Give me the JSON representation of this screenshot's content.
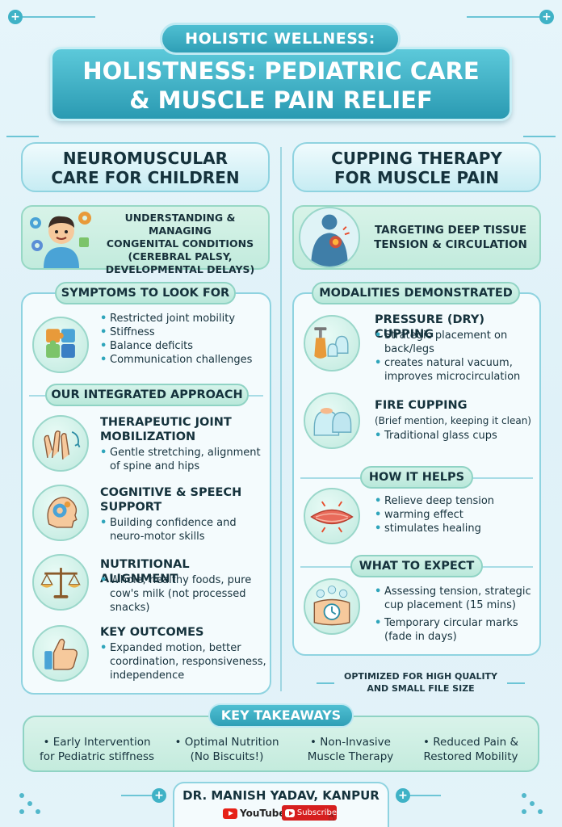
{
  "header": {
    "subtitle": "HOLISTIC WELLNESS:",
    "title_line1": "HOLISTNESS: PEDIATRIC CARE",
    "title_line2": "& MUSCLE PAIN RELIEF"
  },
  "left": {
    "title_line1": "NEUROMUSCULAR",
    "title_line2": "CARE FOR CHILDREN",
    "intro_lines": [
      "UNDERSTANDING & MANAGING",
      "CONGENITAL CONDITIONS",
      "(CEREBRAL PALSY,",
      "DEVELOPMENTAL DELAYS)"
    ],
    "symptoms_title": "SYMPTOMS TO LOOK FOR",
    "symptoms": [
      "Restricted joint mobility",
      "Stiffness",
      "Balance deficits",
      "Communication challenges"
    ],
    "approach_title": "OUR INTEGRATED APPROACH",
    "sections": [
      {
        "title_lines": [
          "THERAPEUTIC JOINT",
          "MOBILIZATION"
        ],
        "bullets": [
          "Gentle stretching, alignment of spine and hips"
        ],
        "icon": "hands-icon"
      },
      {
        "title_lines": [
          "COGNITIVE & SPEECH",
          "SUPPORT"
        ],
        "bullets": [
          "Building confidence and neuro-motor skills"
        ],
        "icon": "brain-gear-icon"
      },
      {
        "title_lines": [
          "NUTRITIONAL ALIGNMENT"
        ],
        "bullets": [
          "Whole, healthy foods, pure cow's milk (not processed snacks)"
        ],
        "icon": "scale-icon"
      },
      {
        "title_lines": [
          "KEY OUTCOMES"
        ],
        "bullets": [
          "Expanded motion, better coordination, responsiveness, independence"
        ],
        "icon": "thumbs-up-icon"
      }
    ]
  },
  "right": {
    "title_line1": "CUPPING THERAPY",
    "title_line2": "FOR MUSCLE PAIN",
    "intro_lines": [
      "TARGETING DEEP TISSUE",
      "TENSION & CIRCULATION"
    ],
    "modalities_title": "MODALITIES DEMONSTRATED",
    "pressure_title": "PRESSURE (DRY) CUPPING",
    "pressure_bullets": [
      "Strategic placement on back/legs",
      "creates natural vacuum, improves microcirculation"
    ],
    "fire_title": "FIRE CUPPING",
    "fire_note": "(Brief mention, keeping it clean)",
    "fire_bullets": [
      "Traditional glass cups"
    ],
    "helps_title": "HOW IT HELPS",
    "helps_bullets": [
      "Relieve deep tension",
      "warming effect",
      "stimulates healing"
    ],
    "expect_title": "WHAT TO EXPECT",
    "expect_bullets": [
      "Assessing tension, strategic cup placement (15 mins)",
      "Temporary circular marks (fade in days)"
    ]
  },
  "optimized_lines": [
    "OPTIMIZED FOR HIGH QUALITY",
    "AND SMALL FILE SIZE"
  ],
  "takeaways": {
    "title": "KEY TAKEAWAYS",
    "items": [
      [
        "• Early Intervention",
        "for Pediatric stiffness"
      ],
      [
        "• Optimal Nutrition",
        "(No Biscuits!)"
      ],
      [
        "• Non-Invasive",
        "Muscle Therapy"
      ],
      [
        "• Reduced Pain &",
        "Restored Mobility"
      ]
    ]
  },
  "footer": {
    "name": "DR. MANISH YADAV, KANPUR",
    "youtube_label": "YouTube",
    "subscribe_label": "Subscribe"
  },
  "colors": {
    "accent": "#2f9fb6",
    "mint": "#c2ebdd",
    "background": "#e3f3f9"
  }
}
